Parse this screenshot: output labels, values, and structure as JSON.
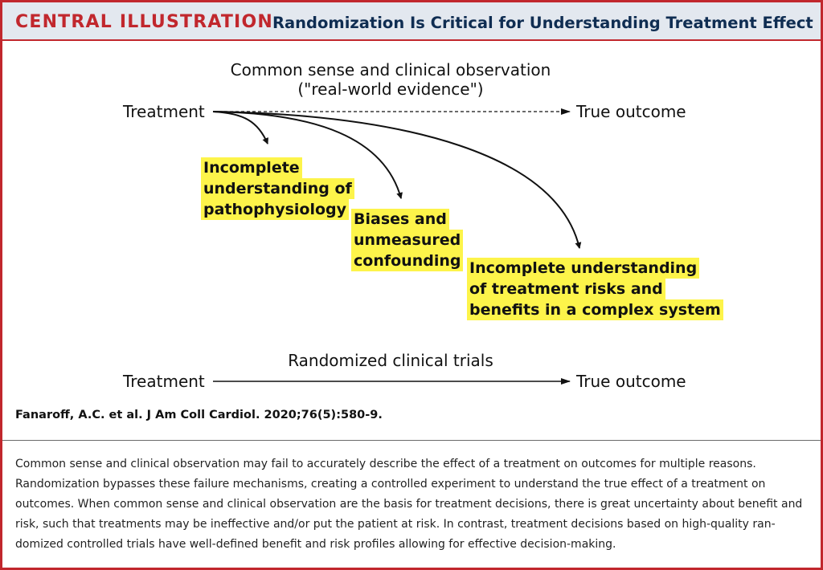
{
  "header": {
    "title": "CENTRAL ILLUSTRATION",
    "subtitle": "Randomization Is Critical for Understanding Treatment Effect"
  },
  "observational": {
    "heading_line1": "Common sense and clinical observation",
    "heading_line2": "(\"real-world evidence\")",
    "start_label": "Treatment",
    "end_label": "True outcome",
    "failure_modes": [
      {
        "lines": [
          "Incomplete",
          "understanding of",
          "pathophysiology"
        ]
      },
      {
        "lines": [
          "Biases and",
          "unmeasured",
          "confounding"
        ]
      },
      {
        "lines": [
          "Incomplete understanding",
          "of treatment risks and",
          "benefits in a complex system"
        ]
      }
    ]
  },
  "randomized": {
    "heading": "Randomized clinical trials",
    "start_label": "Treatment",
    "end_label": "True outcome"
  },
  "citation": "Fanaroff, A.C. et al. J Am Coll Cardiol. 2020;76(5):580-9.",
  "caption_lines": [
    "Common sense and clinical observation may fail to accurately describe the effect of a treatment on outcomes for multiple reasons.",
    "Randomization bypasses these failure mechanisms, creating a controlled experiment to understand the true effect of a treatment on",
    "outcomes. When common sense and clinical observation are the basis for treatment decisions, there is great uncertainty about benefit and",
    "risk, such that treatments may be ineffective and/or put the patient at risk. In contrast, treatment decisions based on high-quality ran-",
    "domized controlled trials have well-defined benefit and risk profiles allowing for effective decision-making."
  ],
  "colors": {
    "accent_red": "#c1272d",
    "header_bg": "#e3e8ef",
    "subtitle_navy": "#0f2d52",
    "highlight_yellow": "#fdf44a"
  }
}
